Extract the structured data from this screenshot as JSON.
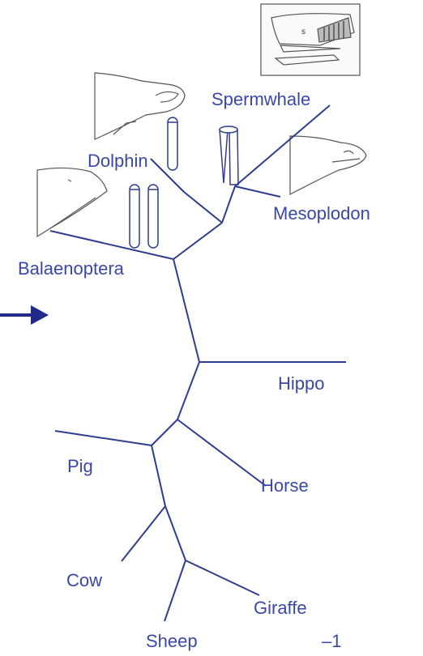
{
  "tree": {
    "taxa": [
      {
        "id": "spermwhale",
        "label": "Spermwhale"
      },
      {
        "id": "dolphin",
        "label": "Dolphin"
      },
      {
        "id": "mesoplodon",
        "label": "Mesoplodon"
      },
      {
        "id": "balaenoptera",
        "label": "Balaenoptera"
      },
      {
        "id": "hippo",
        "label": "Hippo"
      },
      {
        "id": "pig",
        "label": "Pig"
      },
      {
        "id": "horse",
        "label": "Horse"
      },
      {
        "id": "cow",
        "label": "Cow"
      },
      {
        "id": "giraffe",
        "label": "Giraffe"
      },
      {
        "id": "sheep",
        "label": "Sheep"
      }
    ]
  },
  "sperm_sketch_letter": "s",
  "page_mark": "–1",
  "colors": {
    "branch": "#2e3d8f",
    "label": "#3a47a8",
    "arrow": "#1f2a8c",
    "sketch": "#555555"
  }
}
